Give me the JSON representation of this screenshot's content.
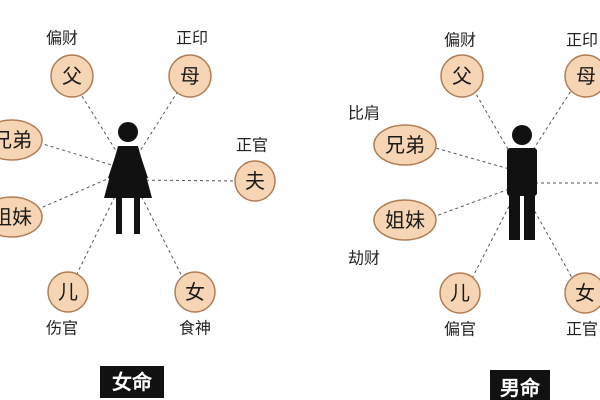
{
  "female": {
    "caption": "女命",
    "nodes": {
      "father": "父",
      "mother": "母",
      "husband": "夫",
      "brothers": "兄弟",
      "sisters": "姐妹",
      "son": "儿",
      "daughter": "女"
    },
    "labels": {
      "father": "偏财",
      "mother": "正印",
      "husband": "正官",
      "son": "伤官",
      "daughter": "食神"
    }
  },
  "male": {
    "caption": "男命",
    "nodes": {
      "father": "父",
      "mother": "母",
      "brothers": "兄弟",
      "sisters": "姐妹",
      "son": "儿",
      "daughter": "女"
    },
    "labels": {
      "father": "偏财",
      "mother": "正印",
      "brothers": "比肩",
      "sisters": "劫财",
      "son": "偏官",
      "daughter": "正官"
    }
  },
  "colors": {
    "node_fill": "#f6d5b5",
    "node_stroke": "#b07d55",
    "figure": "#111111"
  }
}
